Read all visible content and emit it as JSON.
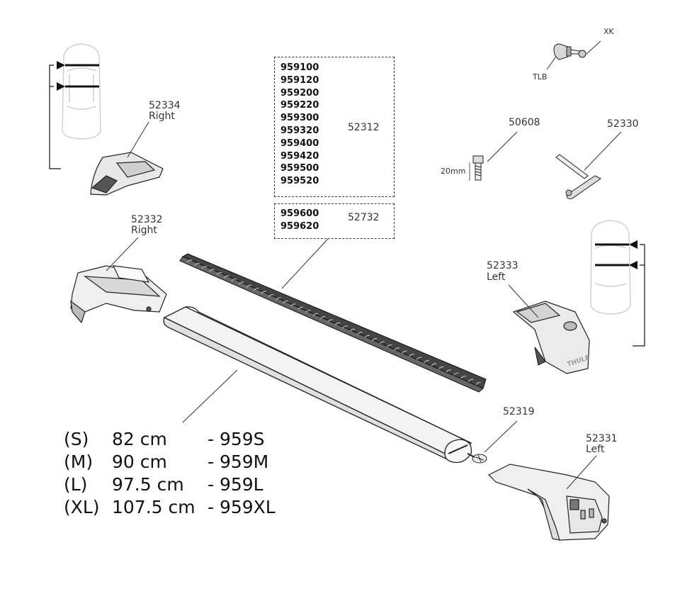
{
  "parts": {
    "p52334": {
      "number": "52334",
      "side": "Right"
    },
    "p52332": {
      "number": "52332",
      "side": "Right"
    },
    "p52333": {
      "number": "52333",
      "side": "Left"
    },
    "p52331": {
      "number": "52331",
      "side": "Left"
    },
    "p52312": {
      "number": "52312"
    },
    "p52732": {
      "number": "52732"
    },
    "p50608": {
      "number": "50608",
      "length": "20mm"
    },
    "p52330": {
      "number": "52330"
    },
    "p52319": {
      "number": "52319"
    },
    "xk": {
      "label": "XK"
    },
    "tlb": {
      "label": "TLB"
    }
  },
  "box1_numbers": [
    "959100",
    "959120",
    "959200",
    "959220",
    "959300",
    "959320",
    "959400",
    "959420",
    "959500",
    "959520"
  ],
  "box2_numbers": [
    "959600",
    "959620"
  ],
  "sizes": [
    {
      "code": "(S)",
      "length": "82 cm",
      "part": "- 959S"
    },
    {
      "code": "(M)",
      "length": "90 cm",
      "part": "- 959M"
    },
    {
      "code": "(L)",
      "length": "97.5 cm",
      "part": "- 959L"
    },
    {
      "code": "(XL)",
      "length": "107.5 cm",
      "part": "- 959XL"
    }
  ],
  "brand": "THULE"
}
